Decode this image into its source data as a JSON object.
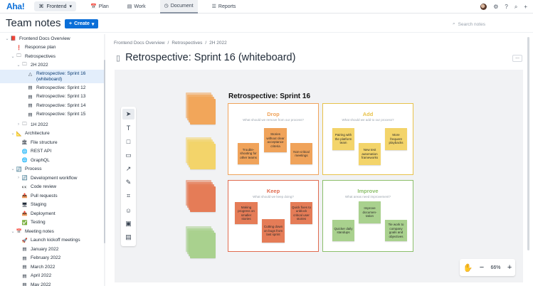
{
  "app": {
    "logo": "Aha!",
    "workspace": "Frontend",
    "tabs": [
      {
        "label": "Plan",
        "icon": "📅"
      },
      {
        "label": "Work",
        "icon": "▤"
      },
      {
        "label": "Document",
        "icon": "◷"
      },
      {
        "label": "Reports",
        "icon": "☰"
      }
    ],
    "icons": [
      "avatar",
      "gear-icon",
      "help-icon",
      "search-icon",
      "plus-icon"
    ]
  },
  "page": {
    "title": "Team notes",
    "create_label": "Create",
    "search_placeholder": "Search notes"
  },
  "tree": [
    {
      "label": "Frontend Docs Overview",
      "chev": "⌄",
      "icon": "📕",
      "level": 0
    },
    {
      "label": "Response plan",
      "chev": "",
      "icon": "❗",
      "level": 1
    },
    {
      "label": "Retrospectives",
      "chev": "⌄",
      "icon": "🗀",
      "level": 1
    },
    {
      "label": "2H 2022",
      "chev": "⌄",
      "icon": "🗀",
      "level": 2
    },
    {
      "label": "Retrospective: Sprint 16 (whiteboard)",
      "chev": "",
      "icon": "△",
      "level": 3
    },
    {
      "label": "Retrospective: Sprint 12",
      "chev": "",
      "icon": "▤",
      "level": 3
    },
    {
      "label": "Retrospective: Sprint 13",
      "chev": "",
      "icon": "▤",
      "level": 3
    },
    {
      "label": "Retrospective: Sprint 14",
      "chev": "",
      "icon": "▤",
      "level": 3
    },
    {
      "label": "Retrospective: Sprint 15",
      "chev": "",
      "icon": "▤",
      "level": 3
    },
    {
      "label": "1H 2022",
      "chev": "›",
      "icon": "🗀",
      "level": 2
    },
    {
      "label": "Architecture",
      "chev": "⌄",
      "icon": "📐",
      "level": 1
    },
    {
      "label": "File structure",
      "chev": "",
      "icon": "🏛",
      "level": 2
    },
    {
      "label": "REST API",
      "chev": "",
      "icon": "🌐",
      "level": 2
    },
    {
      "label": "GraphQL",
      "chev": "",
      "icon": "🌐",
      "level": 2
    },
    {
      "label": "Process",
      "chev": "⌄",
      "icon": "🔄",
      "level": 1
    },
    {
      "label": "Development workflow",
      "chev": "›",
      "icon": "🔄",
      "level": 2
    },
    {
      "label": "Code review",
      "chev": "",
      "icon": "👀",
      "level": 2
    },
    {
      "label": "Pull requests",
      "chev": "",
      "icon": "📤",
      "level": 2
    },
    {
      "label": "Staging",
      "chev": "",
      "icon": "🖥",
      "level": 2
    },
    {
      "label": "Deployment",
      "chev": "",
      "icon": "📤",
      "level": 2
    },
    {
      "label": "Testing",
      "chev": "",
      "icon": "✅",
      "level": 2
    },
    {
      "label": "Meeting notes",
      "chev": "⌄",
      "icon": "📅",
      "level": 1
    },
    {
      "label": "Launch kickoff meetings",
      "chev": "",
      "icon": "🚀",
      "level": 2
    },
    {
      "label": "January 2022",
      "chev": "",
      "icon": "▤",
      "level": 2
    },
    {
      "label": "February 2022",
      "chev": "",
      "icon": "▤",
      "level": 2
    },
    {
      "label": "March 2022",
      "chev": "",
      "icon": "▤",
      "level": 2
    },
    {
      "label": "April 2022",
      "chev": "",
      "icon": "▤",
      "level": 2
    },
    {
      "label": "May 2022",
      "chev": "",
      "icon": "▤",
      "level": 2
    }
  ],
  "breadcrumb": [
    "Frontend Docs Overview",
    "/",
    "Retrospectives",
    "/",
    "2H 2022"
  ],
  "doc": {
    "title": "Retrospective: Sprint 16 (whiteboard)",
    "more": "..."
  },
  "whiteboard": {
    "title": "Retrospective: Sprint 16",
    "tools": [
      "pointer-icon",
      "text-icon",
      "shape-icon",
      "sticky-note-icon",
      "arrow-icon",
      "pen-icon",
      "frame-icon",
      "emoji-icon",
      "image-icon",
      "template-icon"
    ],
    "tool_glyphs": [
      "➤",
      "T",
      "□",
      "▭",
      "↗",
      "✎",
      "⌗",
      "☺",
      "▣",
      "▤"
    ],
    "stack_colors": [
      "#f2a65a",
      "#f3d46a",
      "#e57c57",
      "#a9d18e"
    ],
    "frames": [
      {
        "heading": "Drop",
        "sub": "What should we remove from our process?",
        "color": "#f0a35a",
        "notes": [
          {
            "text": "Trouble-shooting for other teams",
            "color": "#f0a35a"
          },
          {
            "text": "Stories without clear acceptance criteria",
            "color": "#f0a35a"
          },
          {
            "text": "Non-critical meetings",
            "color": "#f0a35a"
          }
        ]
      },
      {
        "heading": "Add",
        "sub": "What should we add to our process?",
        "color": "#e8c24a",
        "notes": [
          {
            "text": "Pairing with the platform team",
            "color": "#f3d46a"
          },
          {
            "text": "New test automation frameworks",
            "color": "#f3d46a"
          },
          {
            "text": "More frequent playbacks",
            "color": "#f3d46a"
          }
        ]
      },
      {
        "heading": "Keep",
        "sub": "What should we keep doing?",
        "color": "#e06b4f",
        "notes": [
          {
            "text": "Making progress on smaller stories",
            "color": "#e57c57"
          },
          {
            "text": "Cutting down on bugs from last sprint",
            "color": "#e57c57"
          },
          {
            "text": "Quick fixes to unblock critical user stories",
            "color": "#e57c57"
          }
        ]
      },
      {
        "heading": "Improve",
        "sub": "What areas need improvement?",
        "color": "#8cbf6a",
        "notes": [
          {
            "text": "Quicker daily standups",
            "color": "#a9d18e"
          },
          {
            "text": "Improve documen-tation",
            "color": "#a9d18e"
          },
          {
            "text": "Tie work to company goals and objectives",
            "color": "#a9d18e"
          }
        ]
      }
    ]
  },
  "zoom": {
    "level": "66%",
    "minus": "−",
    "plus": "+"
  }
}
